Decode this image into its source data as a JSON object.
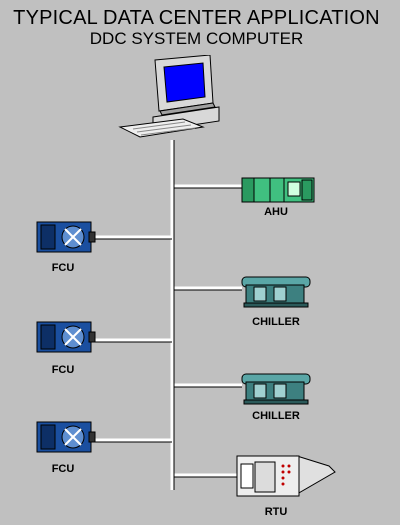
{
  "title": {
    "line1": "TYPICAL DATA CENTER APPLICATION",
    "line2": "DDC SYSTEM COMPUTER"
  },
  "devices": {
    "ahu": {
      "label": "AHU"
    },
    "chiller_1": {
      "label": "CHILLER"
    },
    "chiller_2": {
      "label": "CHILLER"
    },
    "rtu": {
      "label": "RTU"
    },
    "fcu_1": {
      "label": "FCU"
    },
    "fcu_2": {
      "label": "FCU"
    },
    "fcu_3": {
      "label": "FCU"
    }
  },
  "colors": {
    "background": "#c0c0c0",
    "bus_line": "#ffffff",
    "monitor_screen": "#0000ff",
    "ahu_green": "#40c080",
    "fcu_blue": "#1a4fa0",
    "chiller_teal": "#5aa6a6"
  }
}
